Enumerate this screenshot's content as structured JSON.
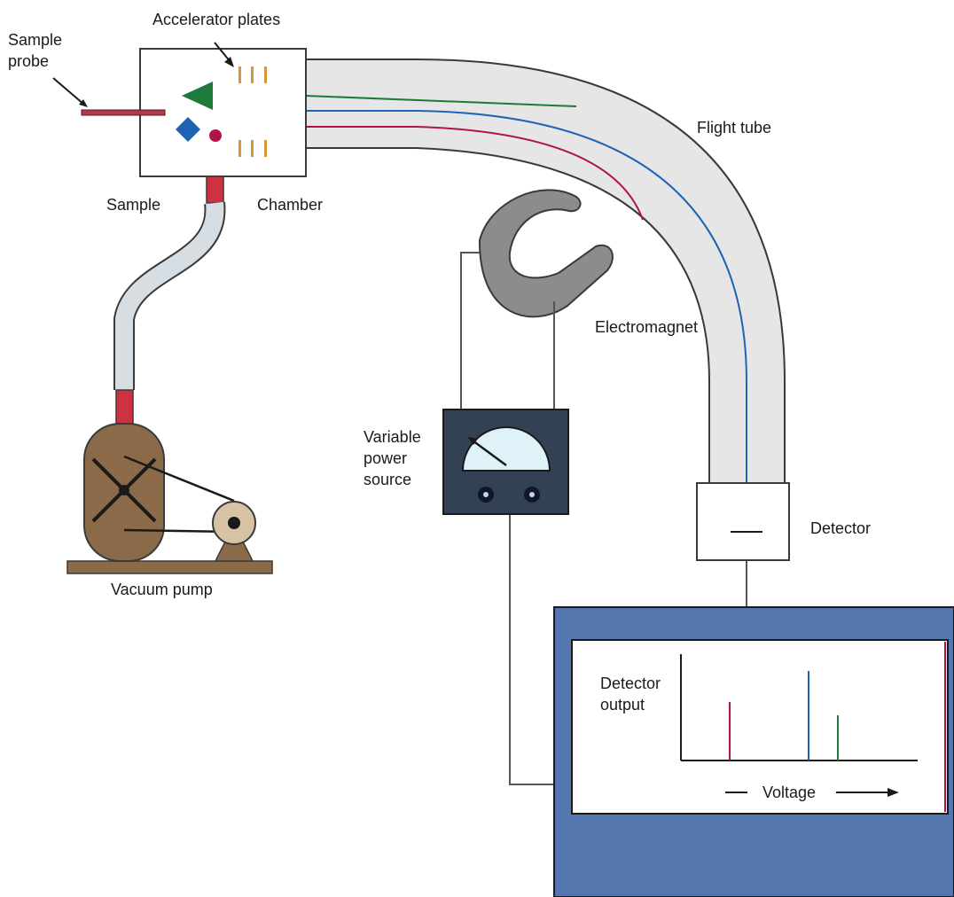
{
  "labels": {
    "sample_probe_1": "Sample",
    "sample_probe_2": "probe",
    "accelerator_plates": "Accelerator plates",
    "flight_tube": "Flight tube",
    "sample": "Sample",
    "chamber": "Chamber",
    "electromagnet": "Electromagnet",
    "power_source_1": "Variable",
    "power_source_2": "power",
    "power_source_3": "source",
    "detector": "Detector",
    "vacuum_pump": "Vacuum pump",
    "detector_output_1": "Detector",
    "detector_output_2": "output",
    "voltage": "Voltage"
  },
  "colors": {
    "green_ion": "#1e7a3a",
    "blue_ion": "#1f64b4",
    "red_ion": "#b0154a",
    "tube_fill": "#e6e6e6",
    "chamber_fill": "#ffffff",
    "hose_red": "#cc3340",
    "hose_gray": "#d6dde3",
    "pump_brown": "#8a6a48",
    "magnet_gray": "#8c8c8c",
    "meter_dark": "#334155",
    "monitor_blue": "#5577b0",
    "plate_orange": "#d8963a"
  },
  "icons": {
    "triangle": "green-triangle-icon",
    "diamond": "blue-diamond-icon",
    "dot": "red-dot-icon"
  }
}
